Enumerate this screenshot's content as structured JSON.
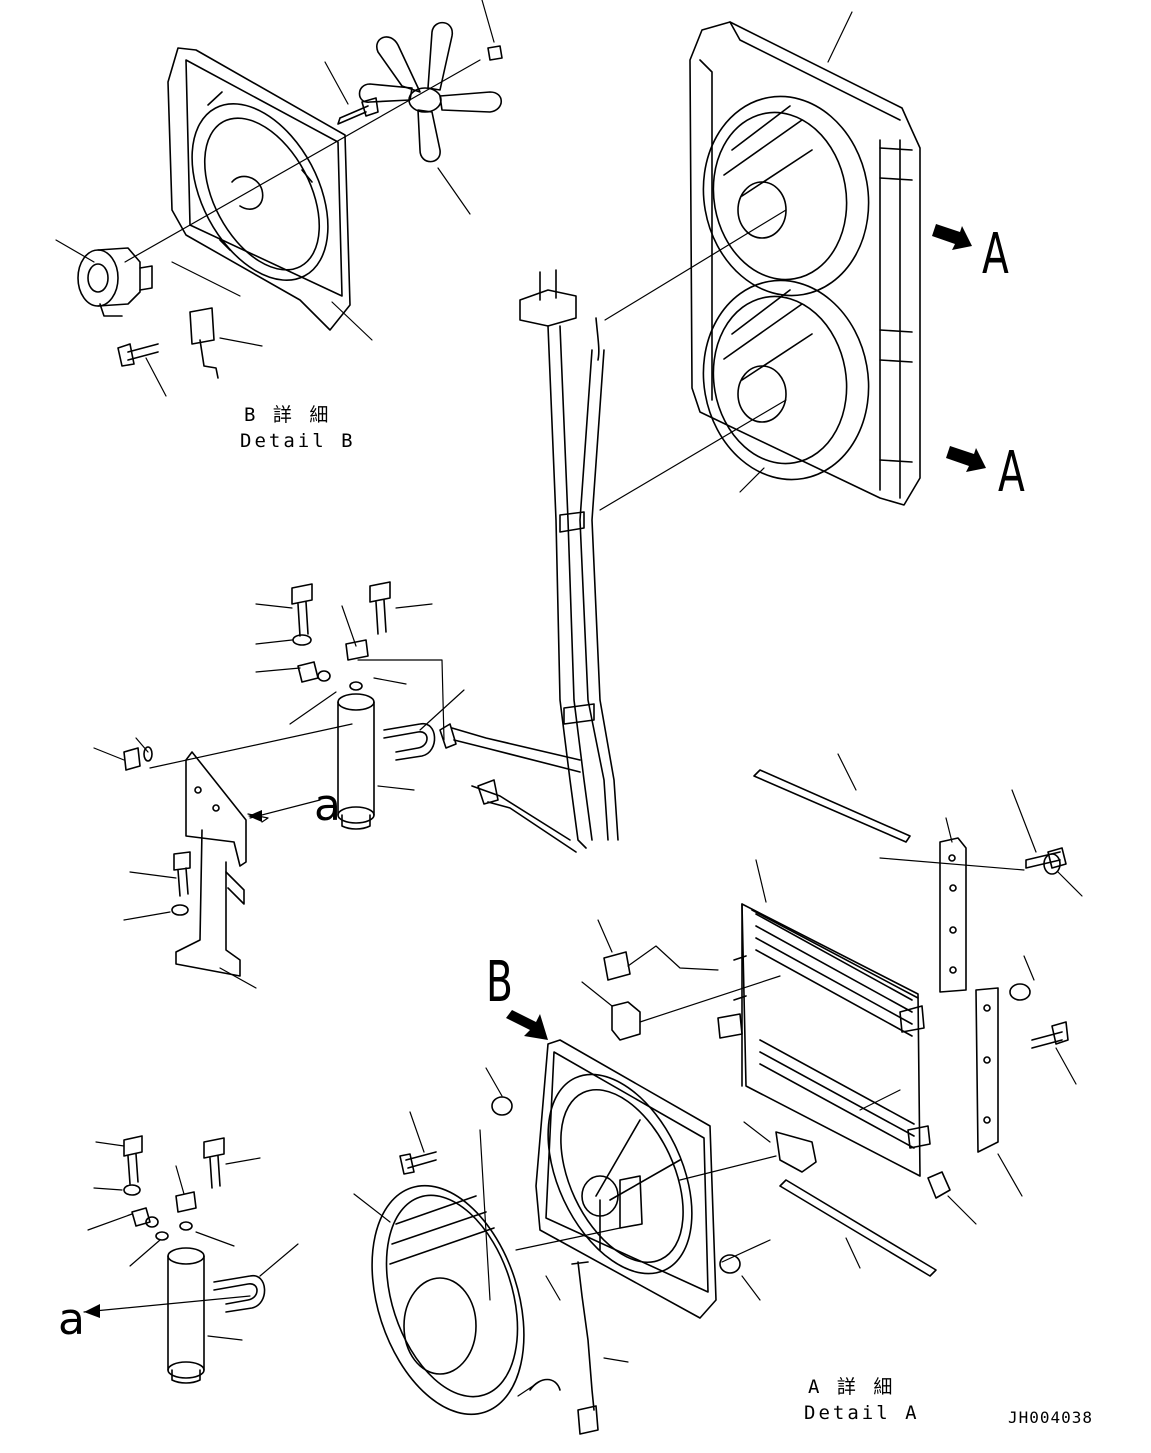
{
  "callouts": {
    "view_arrow_a_upper": "A",
    "view_arrow_a_lower": "A",
    "view_arrow_b": "B",
    "connector_a_upper": "a",
    "connector_a_lower": "a"
  },
  "captions": {
    "detail_b_jp": "B 詳 細",
    "detail_b_en": "Detail B",
    "detail_a_jp": "A 詳 細",
    "detail_a_en": "Detail A"
  },
  "drawing_code": "JH004038"
}
